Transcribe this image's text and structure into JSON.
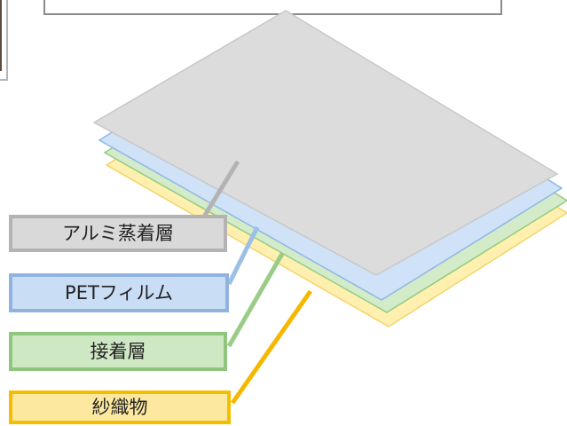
{
  "layers": [
    {
      "id": "aluminum",
      "label": "アルミ蒸着層",
      "color": "#dcdcdc",
      "edge": "#c8c8c8"
    },
    {
      "id": "pet",
      "label": "PETフィルム",
      "color": "#cfe2f8",
      "edge": "#8fb7e6"
    },
    {
      "id": "adhesive",
      "label": "接着層",
      "color": "#d3ebc9",
      "edge": "#94cc80"
    },
    {
      "id": "fabric",
      "label": "紗織物",
      "color": "#fff0b0",
      "edge": "#f3d46a"
    }
  ],
  "leader_colors": {
    "aluminum": "#b3b3b3",
    "pet": "#9cbfe8",
    "adhesive": "#9acb87",
    "fabric": "#f5b800"
  }
}
